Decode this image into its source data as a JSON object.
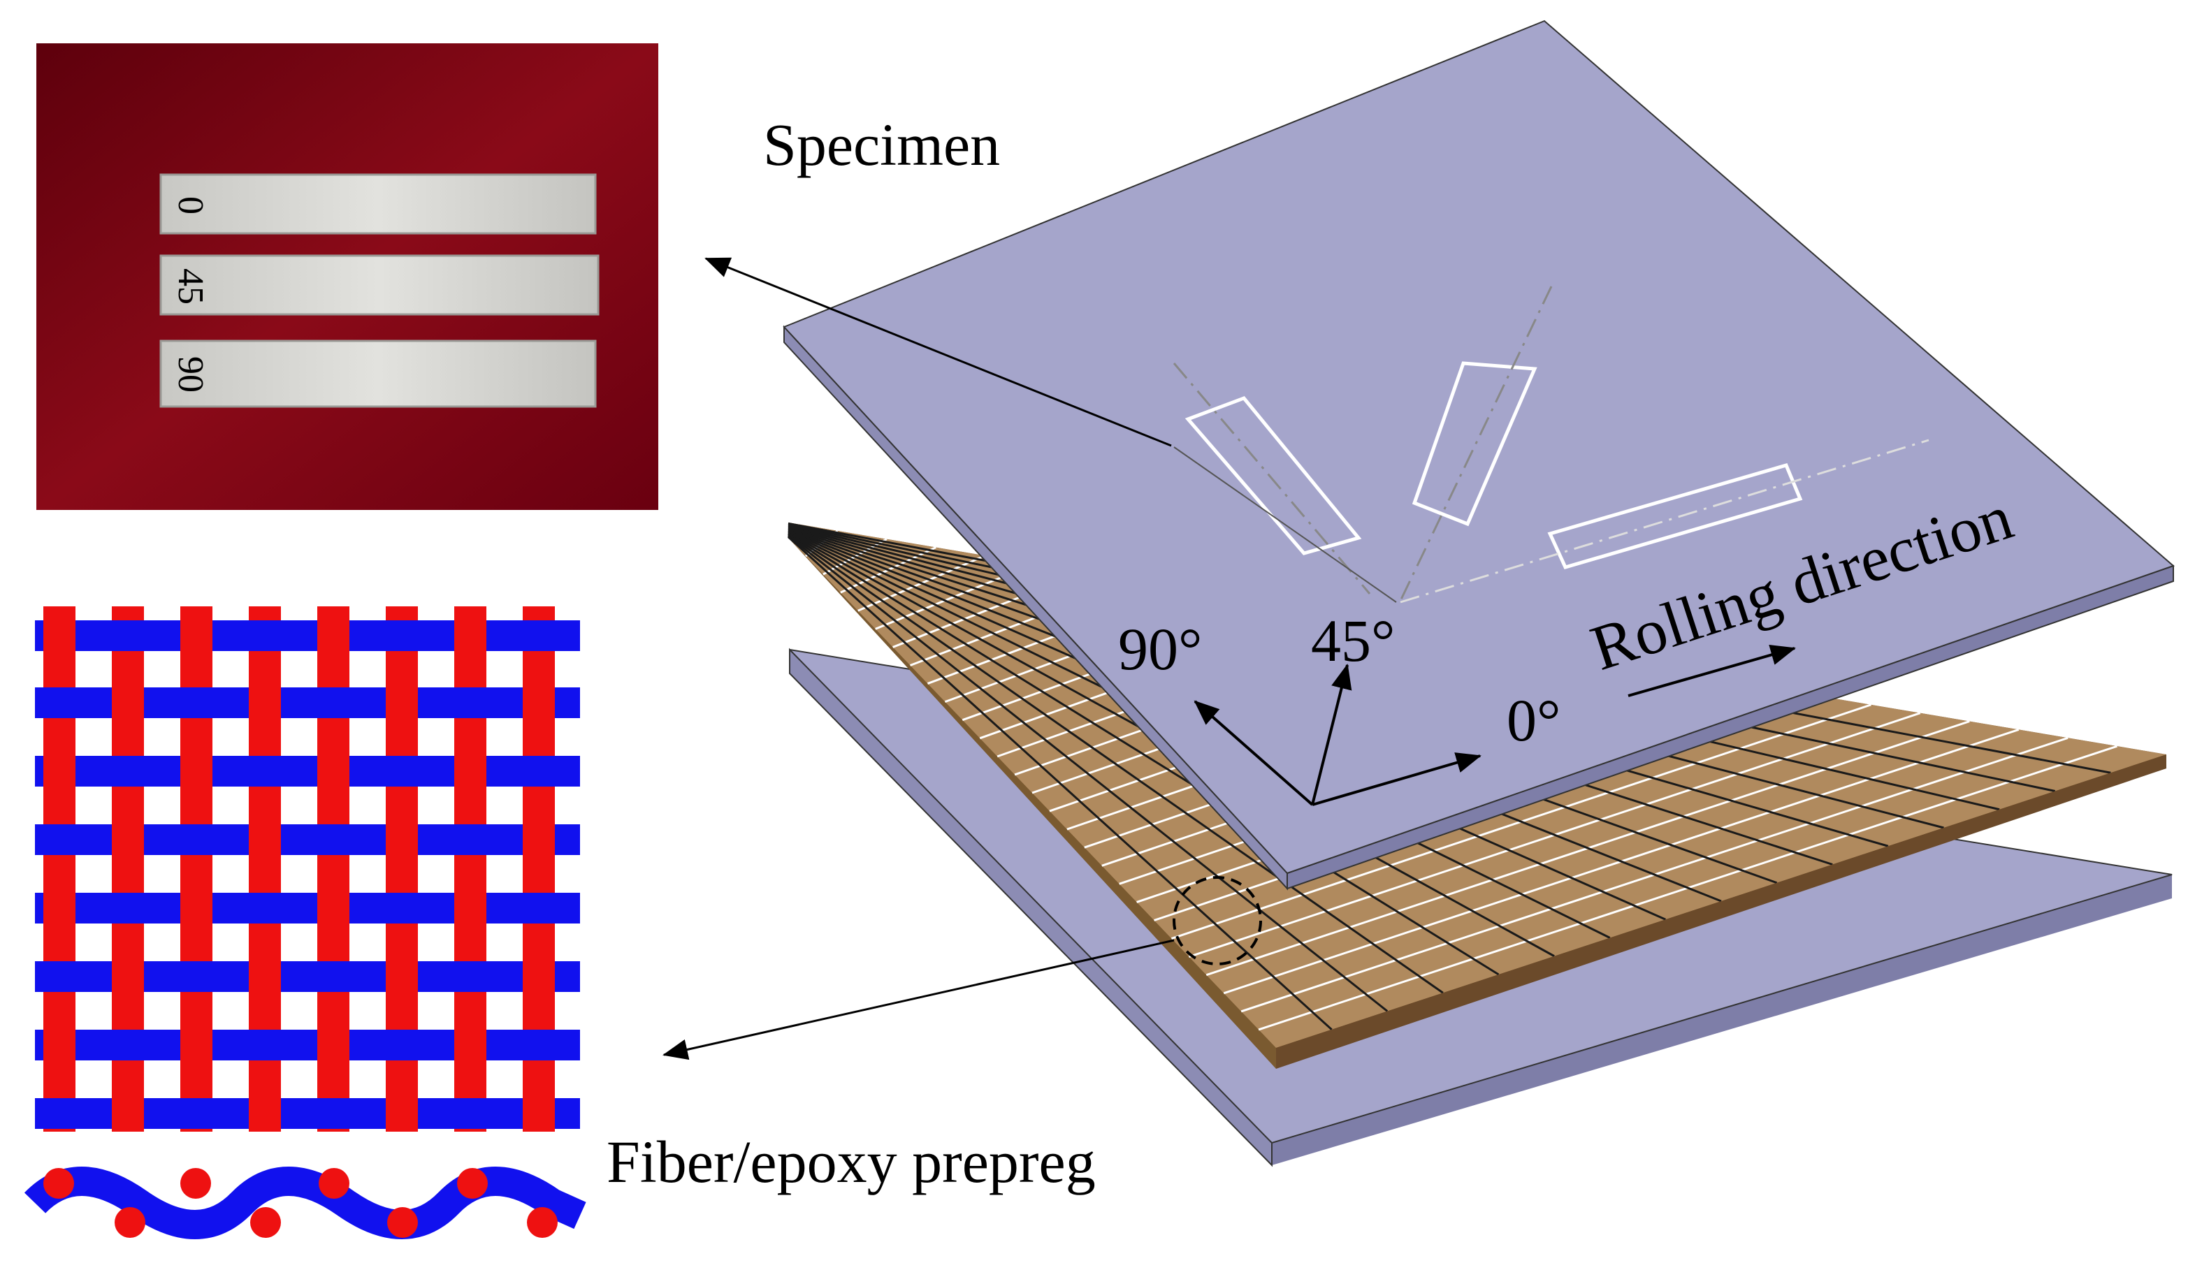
{
  "labels": {
    "specimen": "Specimen",
    "rolling_direction": "Rolling direction",
    "fiber_prepreg": "Fiber/epoxy prepreg",
    "angle_90": "90°",
    "angle_45": "45°",
    "angle_0": "0°"
  },
  "photo": {
    "strip_labels": [
      "0",
      "45",
      "90"
    ]
  },
  "colors": {
    "plate": "#a5a5cb",
    "plate_edge": "#8a8ab2",
    "prepreg": "#b08a5e",
    "photo_background": "#7a0010",
    "strip": "#d2d2ce",
    "warp_yarn": "#ee1111",
    "weft_yarn": "#1111ee"
  }
}
